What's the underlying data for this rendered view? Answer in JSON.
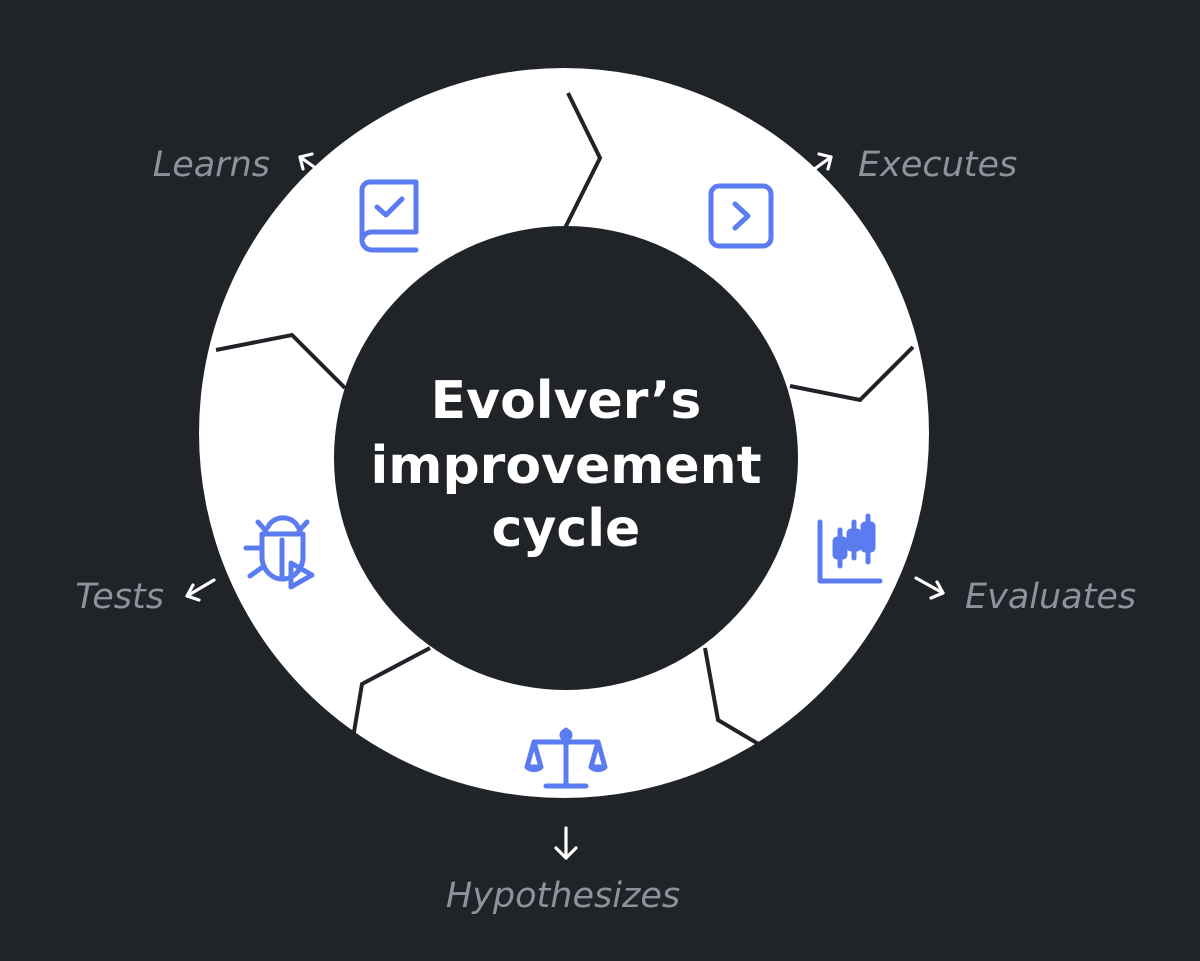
{
  "title": {
    "line1": "Evolver’s",
    "line2": "improvement",
    "line3": "cycle"
  },
  "stages": [
    {
      "id": "learns",
      "label": "Learns",
      "icon": "book-check-icon"
    },
    {
      "id": "executes",
      "label": "Executes",
      "icon": "terminal-chevron-icon"
    },
    {
      "id": "evaluates",
      "label": "Evaluates",
      "icon": "candlestick-chart-icon"
    },
    {
      "id": "hypothesizes",
      "label": "Hypothesizes",
      "icon": "scale-balance-icon"
    },
    {
      "id": "tests",
      "label": "Tests",
      "icon": "bug-play-icon"
    }
  ],
  "colors": {
    "background": "#202327",
    "ring": "#ffffff",
    "icon": "#5b7cf0",
    "label": "#8c939d",
    "title": "#ffffff"
  }
}
